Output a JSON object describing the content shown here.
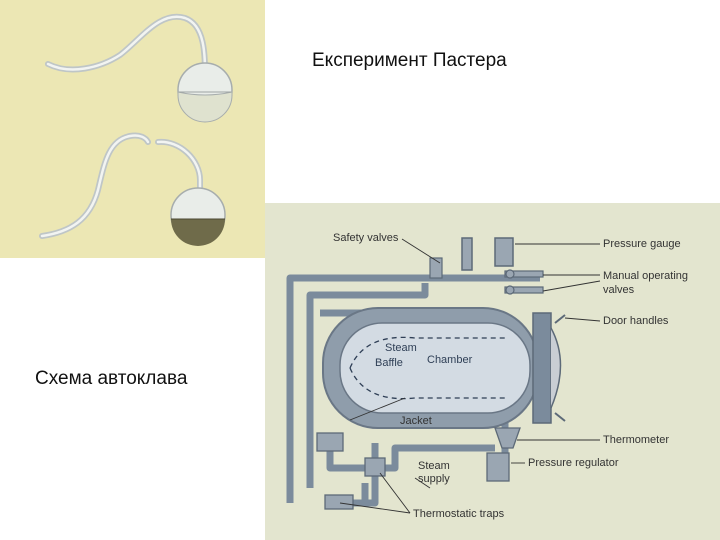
{
  "titles": {
    "pasteur": "Експеримент Пастера",
    "autoclave": "Схема автоклава"
  },
  "autoclave": {
    "labels": {
      "safety_valves": "Safety valves",
      "pressure_gauge": "Pressure gauge",
      "manual_operating": "Manual operating",
      "valves": "valves",
      "door_handles": "Door handles",
      "thermometer": "Thermometer",
      "pressure_regulator": "Pressure regulator",
      "jacket": "Jacket",
      "steam_supply_1": "Steam",
      "steam_supply_2": "supply",
      "thermostatic_traps": "Thermostatic traps"
    },
    "inner": {
      "steam": "Steam",
      "baffle": "Baffle",
      "chamber": "Chamber"
    }
  },
  "colors": {
    "pasteur_bg": "#ece7b4",
    "autoclave_bg": "#e3e5cf",
    "pipe": "#7b8b9c",
    "chamber": "#d3dbe3"
  }
}
